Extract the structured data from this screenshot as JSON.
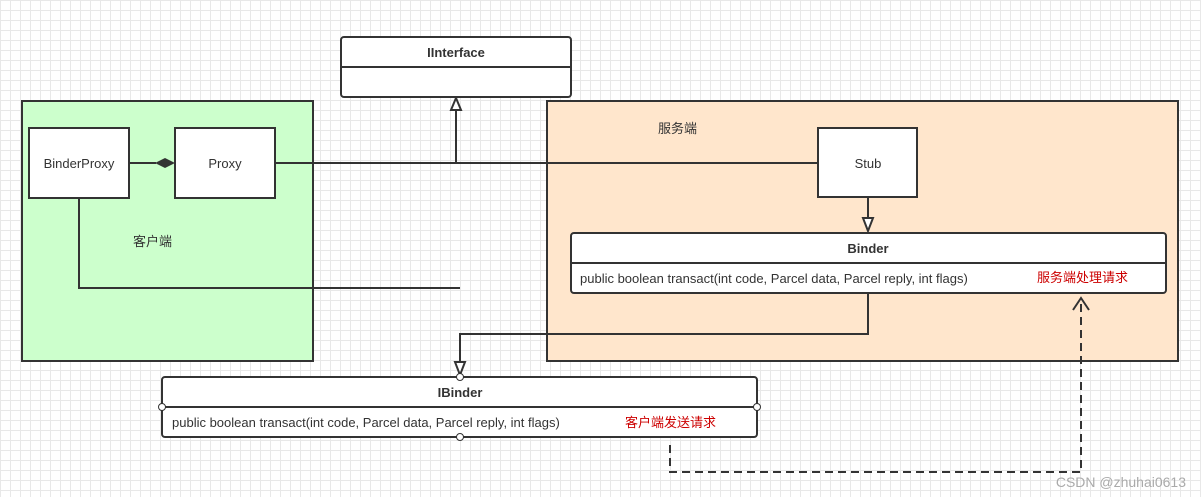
{
  "colors": {
    "client_fill": "#ccffcc",
    "server_fill": "#ffe6cc",
    "stroke": "#333333",
    "note": "#cc0000"
  },
  "iinterface": {
    "title": "IInterface"
  },
  "client": {
    "label": "客户端",
    "binderproxy": "BinderProxy",
    "proxy": "Proxy"
  },
  "server": {
    "label": "服务端",
    "stub": "Stub",
    "binder": {
      "title": "Binder",
      "method": "public boolean transact(int code,  Parcel data, Parcel reply, int flags)",
      "note": "服务端处理请求"
    }
  },
  "ibinder": {
    "title": "IBinder",
    "method": "public boolean transact(int code,  Parcel data, Parcel reply, int flags)",
    "note": "客户端发送请求"
  },
  "watermark": "CSDN @zhuhai0613"
}
